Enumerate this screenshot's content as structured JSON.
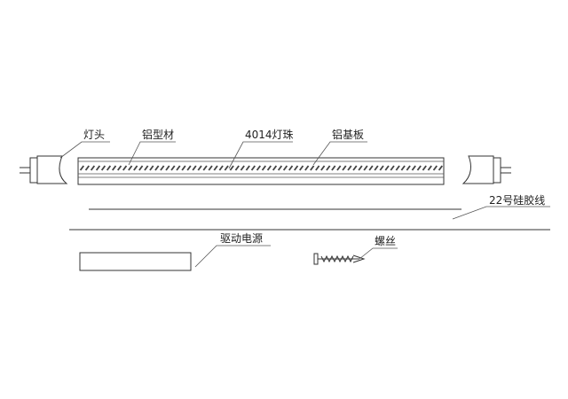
{
  "labels": {
    "end_cap": "灯头",
    "aluminum_profile": "铝型材",
    "led_beads": "4014灯珠",
    "aluminum_substrate": "铝基板",
    "silicone_wire": "22号硅胶线",
    "driver": "驱动电源",
    "screw": "螺丝"
  },
  "colors": {
    "stroke": "#333333",
    "text": "#222222",
    "led": "#444444",
    "background": "#ffffff"
  },
  "led_bead_count": 68
}
